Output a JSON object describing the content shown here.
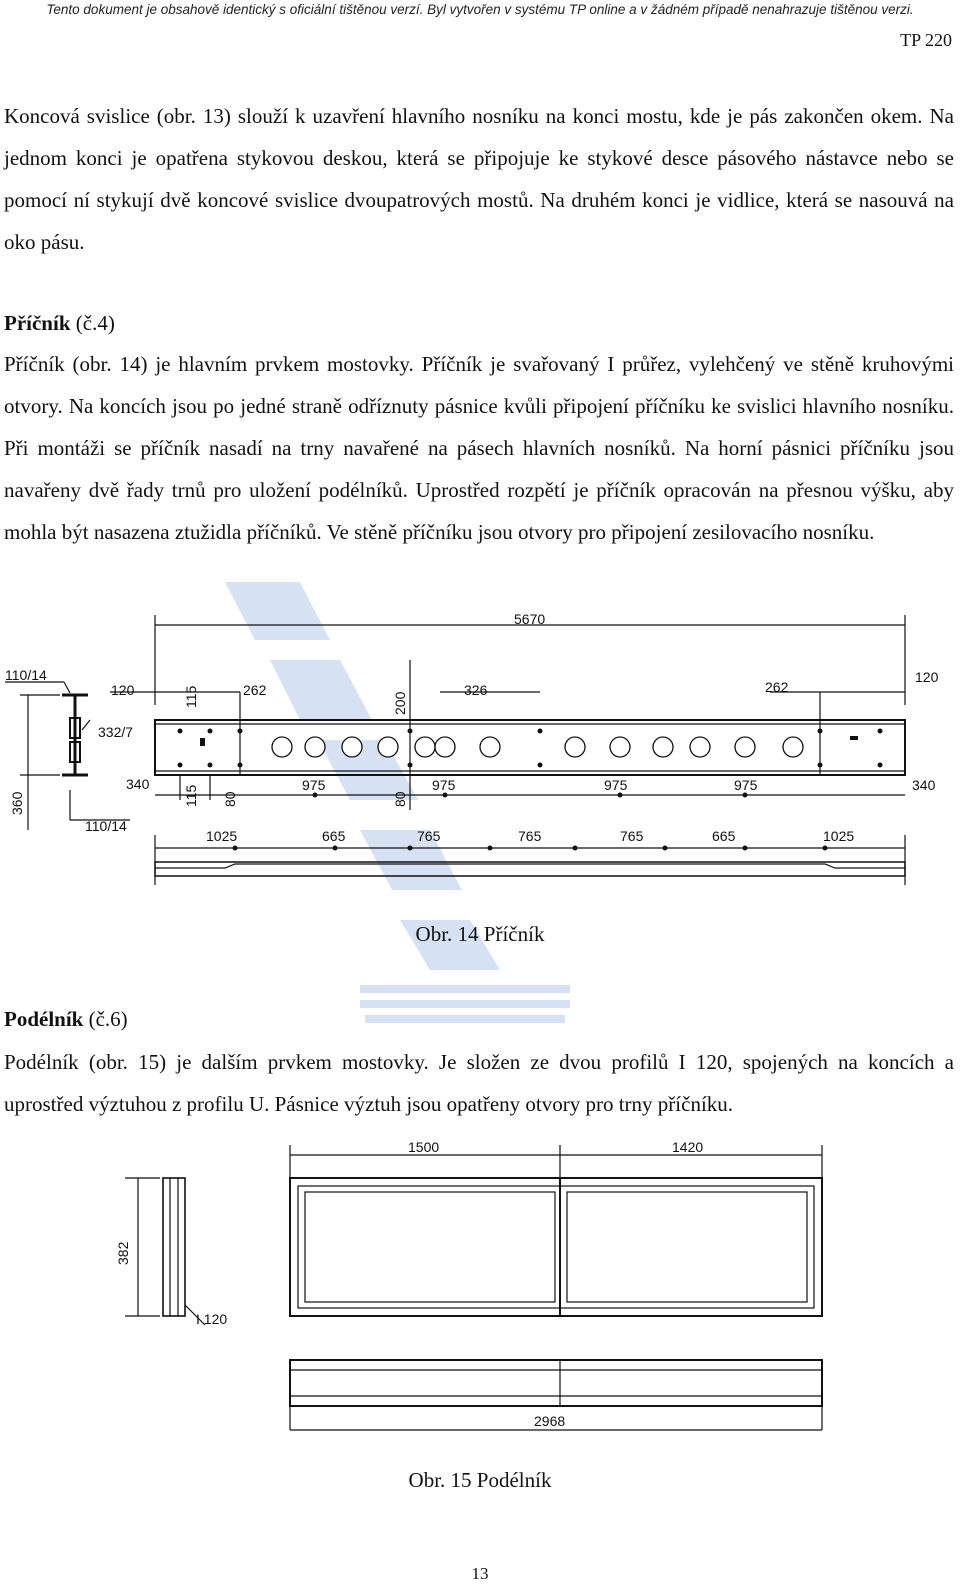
{
  "header": {
    "banner": "Tento dokument je obsahově identický s oficiální tištěnou verzí. Byl vytvořen v systému TP online a v žádném případě nenahrazuje tištěnou verzi.",
    "doc_number": "TP 220"
  },
  "paragraphs": {
    "p1": "Koncová svislice (obr. 13) slouží k uzavření hlavního nosníku na konci mostu, kde je pás zakončen okem. Na jednom konci je opatřena stykovou deskou, která se připojuje ke stykové desce pásového nástavce nebo se pomocí ní stykují dvě koncové svislice dvoupatrových mostů. Na druhém konci je vidlice, která se nasouvá na oko pásu.",
    "p2": "Příčník (obr. 14) je hlavním prvkem mostovky. Příčník je svařovaný I průřez, vylehčený ve stěně kruhovými otvory. Na koncích jsou po jedné straně odříznuty pásnice kvůli připojení příčníku ke svislici hlavního nosníku. Při montáži se příčník nasadí na trny navařené na pásech hlavních nosníků. Na horní pásnici příčníku jsou navařeny dvě řady trnů pro uložení podélníků. Uprostřed rozpětí je příčník opracován na přesnou výšku, aby mohla být nasazena ztužidla příčníků. Ve stěně příčníku jsou otvory pro připojení zesilovacího nosníku.",
    "p3": "Podélník (obr. 15) je dalším prvkem mostovky. Je složen ze dvou profilů I 120, spojených na koncích a uprostřed výztuhou z profilu U. Pásnice výztuh jsou opatřeny otvory pro trny příčníku."
  },
  "headings": {
    "h1_bold": "Příčník",
    "h1_rest": " (č.4)",
    "h2_bold": "Podélník",
    "h2_rest": " (č.6)"
  },
  "figure14": {
    "caption": "Obr. 14 Příčník",
    "dims": {
      "overall": "5670",
      "section_top": "110/14",
      "section_web": "332/7",
      "section_bottom": "110/14",
      "section_height": "360",
      "left_end": "120",
      "right_end": "120",
      "v115_top": "115",
      "left_262": "262",
      "right_262": "262",
      "v200": "200",
      "hole_326": "326",
      "left_340": "340",
      "right_340": "340",
      "v115_bottom": "115",
      "v80_a": "80",
      "v80_b": "80",
      "pitch_975": [
        "975",
        "975",
        "975",
        "975"
      ],
      "bottom_segments": [
        "1025",
        "665",
        "765",
        "765",
        "765",
        "665",
        "1025"
      ]
    }
  },
  "figure15": {
    "caption": "Obr. 15 Podélník",
    "dims": {
      "left_span": "1500",
      "right_span": "1420",
      "height": "382",
      "profile": "I 120",
      "overall": "2968"
    }
  },
  "footer": {
    "page_number": "13"
  },
  "colors": {
    "watermark": "#c9d8ef",
    "ink": "#111111"
  }
}
